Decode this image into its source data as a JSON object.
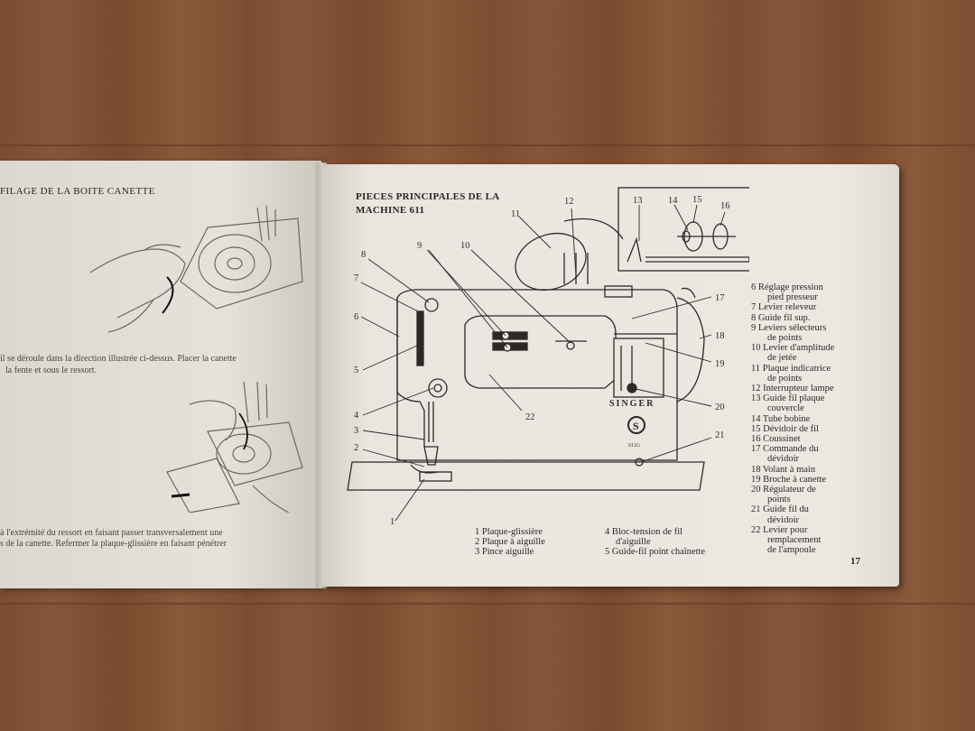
{
  "left_page": {
    "heading": "FILAGE DE LA BOITE CANETTE",
    "paragraph1": [
      "il se déroule dans la direction illustrée ci-dessus. Placer la canette",
      "la fente et sous le ressort."
    ],
    "paragraph2": [
      "à l'extrémité du ressort en faisant passer transversalement une",
      "s de la canette. Refermer la plaque-glissière en faisant pénétrer"
    ]
  },
  "right_page": {
    "title_line1": "PIECES PRINCIPALES DE LA",
    "title_line2": "MACHINE 611",
    "brand": "SINGER",
    "logo_letter": "S",
    "model_mark": "611G",
    "callouts": [
      "1",
      "2",
      "3",
      "4",
      "5",
      "6",
      "7",
      "8",
      "9",
      "10",
      "11",
      "12",
      "13",
      "14",
      "15",
      "16",
      "17",
      "18",
      "19",
      "20",
      "21",
      "22"
    ],
    "legend_bottom_col1": [
      "1 Plaque-glissière",
      "2 Plaque à aiguille",
      "3 Pince aiguille"
    ],
    "legend_bottom_col2": [
      "4 Bloc-tension de fil",
      "d'aiguille",
      "5 Guide-fil point chaînette"
    ],
    "legend_right": [
      "6 Réglage pression",
      "pied presseur",
      "7 Levier releveur",
      "8 Guide fil sup.",
      "9 Leviers sélecteurs",
      "de points",
      "10 Levier d'amplitude",
      "de jetée",
      "11 Plaque indicatrice",
      "de points",
      "12 Interrupteur lampe",
      "13 Guide fil plaque",
      "couvercle",
      "14 Tube bobine",
      "15 Dévidoir de fil",
      "16 Coussinet",
      "17 Commande du",
      "dévidoir",
      "18 Volant à main",
      "19 Broche à canette",
      "20 Régulateur de",
      "points",
      "21 Guide fil du",
      "dévidoir",
      "22 Levier pour",
      "remplacement",
      "de l'ampoule"
    ],
    "page_number": "17"
  }
}
